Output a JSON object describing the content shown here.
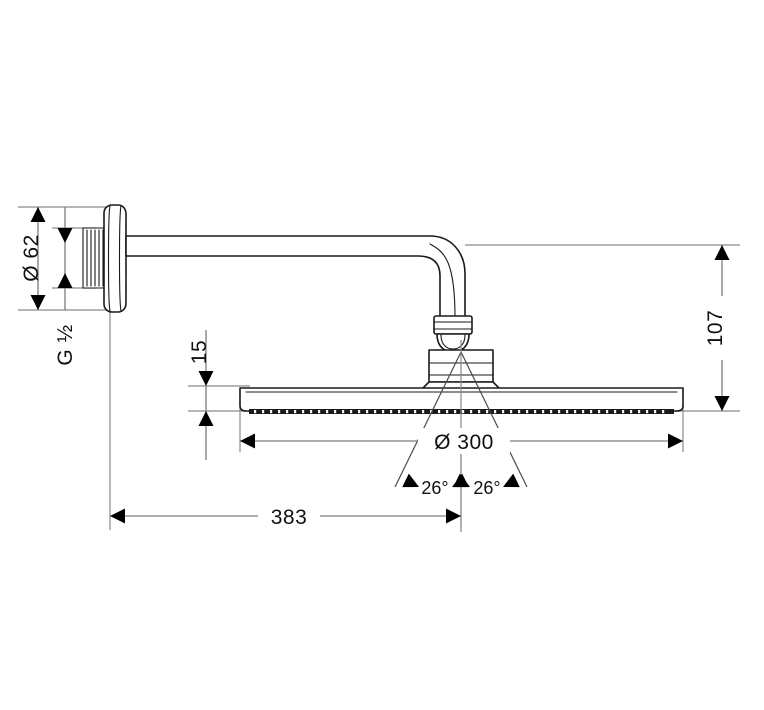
{
  "drawing": {
    "title": "Overhead shower technical dimension drawing",
    "product": "wall-mounted rain shower head with shower arm",
    "units": "mm",
    "background_color": "#ffffff",
    "line_color": "#1a1a1a",
    "dimension_line_color": "#7d7d7d",
    "text_color": "#111111"
  },
  "dimensions": {
    "flange_diameter": {
      "label": "Ø 62",
      "orientation": "vertical",
      "position": "left",
      "arrow_style": "outward"
    },
    "thread_size": {
      "label": "G ½",
      "orientation": "vertical",
      "position": "left-inner",
      "arrow_style": "inward"
    },
    "plate_thickness": {
      "label": "15",
      "orientation": "vertical",
      "position": "left-of-head",
      "arrow_style": "inward"
    },
    "head_diameter": {
      "label": "Ø 300",
      "orientation": "horizontal",
      "position": "under-head",
      "arrow_style": "outward"
    },
    "projection": {
      "label": "383",
      "orientation": "horizontal",
      "position": "bottom",
      "arrow_style": "outward"
    },
    "height_drop": {
      "label": "107",
      "orientation": "vertical",
      "position": "right",
      "arrow_style": "outward"
    },
    "spray_angle_left": {
      "label": "26°",
      "orientation": "angular",
      "position": "below-center-left"
    },
    "spray_angle_right": {
      "label": "26°",
      "orientation": "angular",
      "position": "below-center-right"
    }
  }
}
